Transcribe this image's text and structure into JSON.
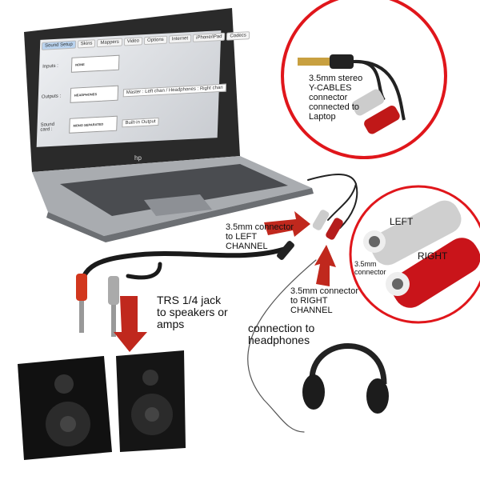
{
  "screen": {
    "tabs": [
      "Sound Setup",
      "Skins",
      "Mappers",
      "Video",
      "Options",
      "Internet",
      "iPhone/iPad",
      "Codecs"
    ],
    "inputs_label": "Inputs :",
    "inputs_device": "NONE",
    "outputs_label": "Outputs :",
    "outputs_device": "HEADPHONES",
    "outputs_field": "Master : Left chan / Headphones : Right chan",
    "soundcard_label": "Sound card :",
    "soundcard_device": "MONO SEPARATED",
    "soundcard_field": "Built-in Output"
  },
  "laptop_logo": "hp",
  "callouts": {
    "ycable": "3.5mm stereo Y-CABLES connector connected to Laptop",
    "left_connector": "3.5mm connector to LEFT CHANNEL",
    "right_connector": "3.5mm connector to RIGHT CHANNEL",
    "trs": "TRS 1/4 jack to speakers or amps",
    "headphones": "connection to headphones",
    "zoom_left": "LEFT",
    "zoom_right": "RIGHT",
    "zoom_connector": "3.5mm connector"
  },
  "colors": {
    "accent_red": "#c0281d",
    "circle_red": "#e0161b"
  }
}
